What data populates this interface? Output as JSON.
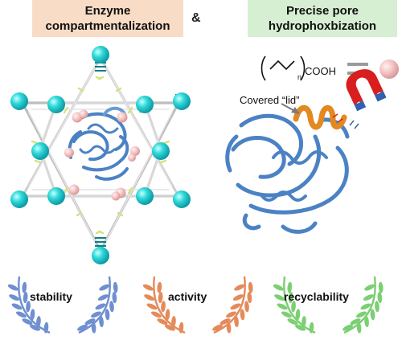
{
  "headers": {
    "left": {
      "line1": "Enzyme",
      "line2": "compartmentalization"
    },
    "connector": "&",
    "right": {
      "line1": "Precise pore",
      "line2": "hydrophoxbization"
    }
  },
  "formula": {
    "subscript": "n",
    "tail": "COOH"
  },
  "lid_label": "Covered “lid”",
  "awards": {
    "stability": "stability",
    "activity": "activity",
    "recyclability": "recyclability"
  },
  "colors": {
    "left_box": "#f9dcc6",
    "right_box": "#d6efd2",
    "node": "#2ed8d8",
    "protein": "#4b82c4",
    "helix": "#e2891f",
    "ligand_ball": "#f4c2c2",
    "laurel_blue": "#6f8fd0",
    "laurel_orange": "#e58a5a",
    "laurel_green": "#7ccf72"
  },
  "icons": [
    "magnet-icon",
    "laurel-wreath-icon"
  ]
}
